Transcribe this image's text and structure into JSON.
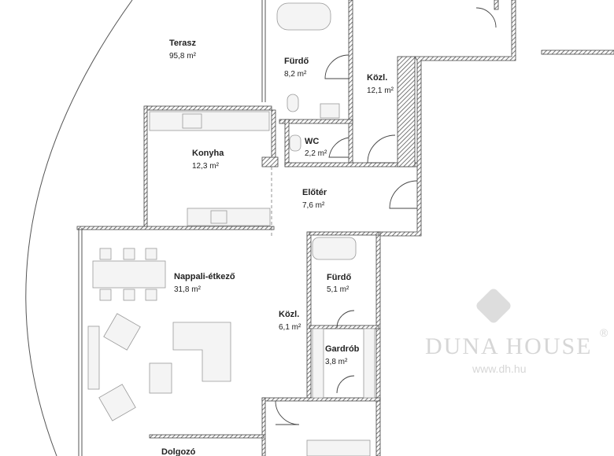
{
  "rooms": {
    "terasz": {
      "name": "Terasz",
      "area": "95,8 m²"
    },
    "furdo1": {
      "name": "Fürdő",
      "area": "8,2 m²"
    },
    "kozl1": {
      "name": "Közl.",
      "area": "12,1 m²"
    },
    "wc": {
      "name": "WC",
      "area": "2,2 m²"
    },
    "konyha": {
      "name": "Konyha",
      "area": "12,3 m²"
    },
    "eloter": {
      "name": "Előtér",
      "area": "7,6 m²"
    },
    "nappali": {
      "name": "Nappali-étkező",
      "area": "31,8 m²"
    },
    "furdo2": {
      "name": "Fürdő",
      "area": "5,1 m²"
    },
    "kozl2": {
      "name": "Közl.",
      "area": "6,1 m²"
    },
    "gardrob": {
      "name": "Gardrób",
      "area": "3,8 m²"
    },
    "dolgozo": {
      "name": "Dolgozó"
    }
  },
  "watermark": {
    "brand": "DUNA HOUSE",
    "url": "www.dh.hu",
    "registered": "®"
  }
}
